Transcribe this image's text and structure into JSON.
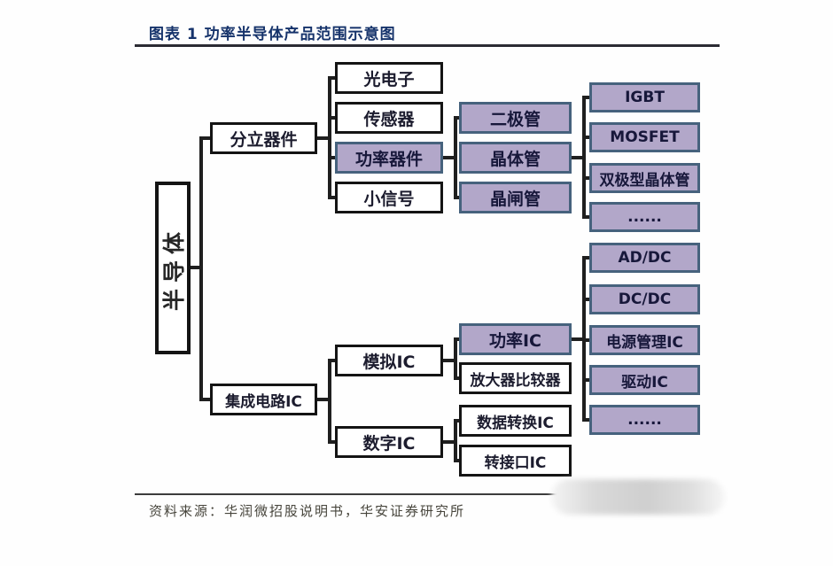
{
  "header": {
    "title": "图表 1  功率半导体产品范围示意图"
  },
  "footer": {
    "source": "资料来源：华润微招股说明书，华安证券研究所"
  },
  "colors": {
    "highlight_fill": "#b2a7c9",
    "highlight_border": "#46627d",
    "box_border": "#141414",
    "title_navy": "#16336b",
    "connector": "#1f1f1f",
    "footer_text": "#47453c"
  },
  "nodes": {
    "root": "半导体",
    "discrete": "分立器件",
    "ic": "集成电路IC",
    "optoelectronics": "光电子",
    "sensor": "传感器",
    "power_device": "功率器件",
    "small_signal": "小信号",
    "diode": "二极管",
    "transistor": "晶体管",
    "thyristor": "晶闸管",
    "igbt": "IGBT",
    "mosfet": "MOSFET",
    "bipolar": "双极型晶体管",
    "discrete_more": "......",
    "analog_ic": "模拟IC",
    "digital_ic": "数字IC",
    "power_ic": "功率IC",
    "amp_comparator": "放大器比较器",
    "data_conversion_ic": "数据转换IC",
    "interface_ic": "转接口IC",
    "ad_dc": "AD/DC",
    "dc_dc": "DC/DC",
    "power_mgmt_ic": "电源管理IC",
    "driver_ic": "驱动IC",
    "ic_more": "......"
  },
  "hierarchy": {
    "半导体": {
      "分立器件": {
        "光电子": {},
        "传感器": {},
        "功率器件": {
          "二极管": {},
          "晶体管": {
            "IGBT": {},
            "MOSFET": {},
            "双极型晶体管": {},
            "......": {}
          },
          "晶闸管": {}
        },
        "小信号": {}
      },
      "集成电路IC": {
        "模拟IC": {
          "功率IC": {
            "AD/DC": {},
            "DC/DC": {},
            "电源管理IC": {},
            "驱动IC": {},
            "......": {}
          },
          "放大器比较器": {}
        },
        "数字IC": {
          "数据转换IC": {},
          "转接口IC": {}
        }
      }
    }
  }
}
